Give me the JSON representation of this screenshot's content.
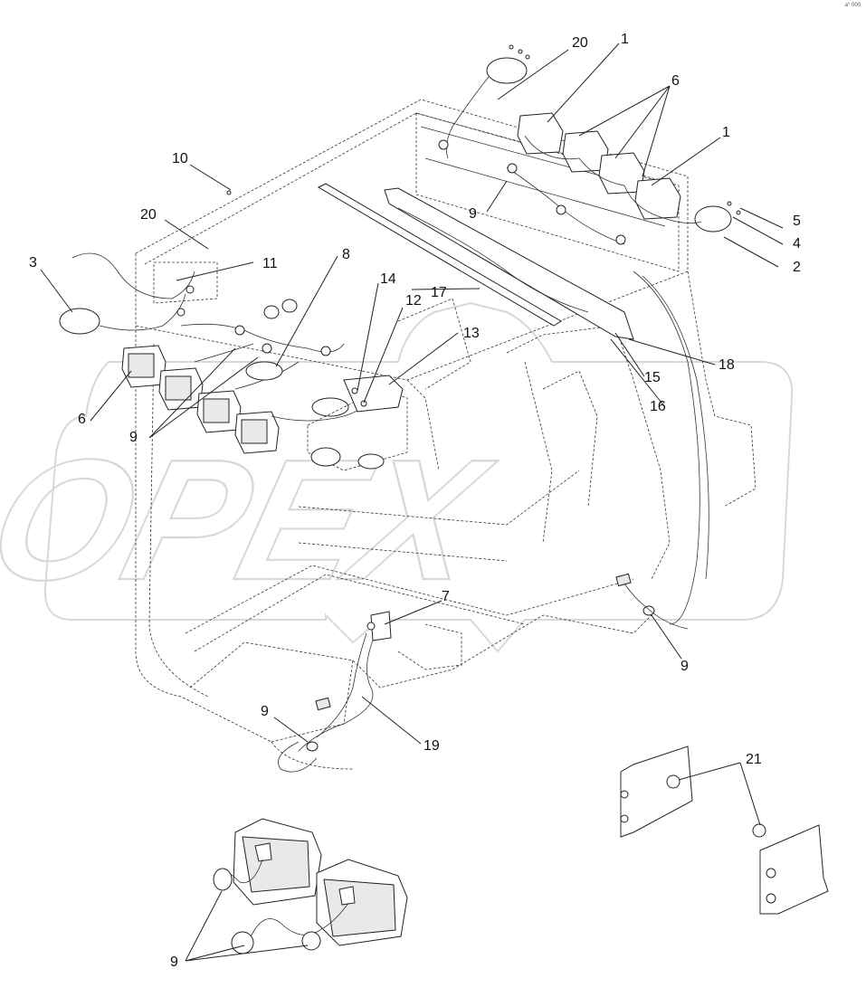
{
  "corner_mark": "a° 000",
  "watermark": "OPEX",
  "callouts": [
    {
      "id": "c20a",
      "label": "20"
    },
    {
      "id": "c1a",
      "label": "1"
    },
    {
      "id": "c6a",
      "label": "6"
    },
    {
      "id": "c1b",
      "label": "1"
    },
    {
      "id": "c10",
      "label": "10"
    },
    {
      "id": "c20b",
      "label": "20"
    },
    {
      "id": "c9a",
      "label": "9"
    },
    {
      "id": "c5",
      "label": "5"
    },
    {
      "id": "c4",
      "label": "4"
    },
    {
      "id": "c2",
      "label": "2"
    },
    {
      "id": "c3",
      "label": "3"
    },
    {
      "id": "c11",
      "label": "11"
    },
    {
      "id": "c8",
      "label": "8"
    },
    {
      "id": "c14",
      "label": "14"
    },
    {
      "id": "c12",
      "label": "12"
    },
    {
      "id": "c17",
      "label": "17"
    },
    {
      "id": "c13",
      "label": "13"
    },
    {
      "id": "c18",
      "label": "18"
    },
    {
      "id": "c15",
      "label": "15"
    },
    {
      "id": "c16",
      "label": "16"
    },
    {
      "id": "c6b",
      "label": "6"
    },
    {
      "id": "c9b",
      "label": "9"
    },
    {
      "id": "c7",
      "label": "7"
    },
    {
      "id": "c9c",
      "label": "9"
    },
    {
      "id": "c9d",
      "label": "9"
    },
    {
      "id": "c19",
      "label": "19"
    },
    {
      "id": "c21",
      "label": "21"
    },
    {
      "id": "c9e",
      "label": "9"
    }
  ]
}
